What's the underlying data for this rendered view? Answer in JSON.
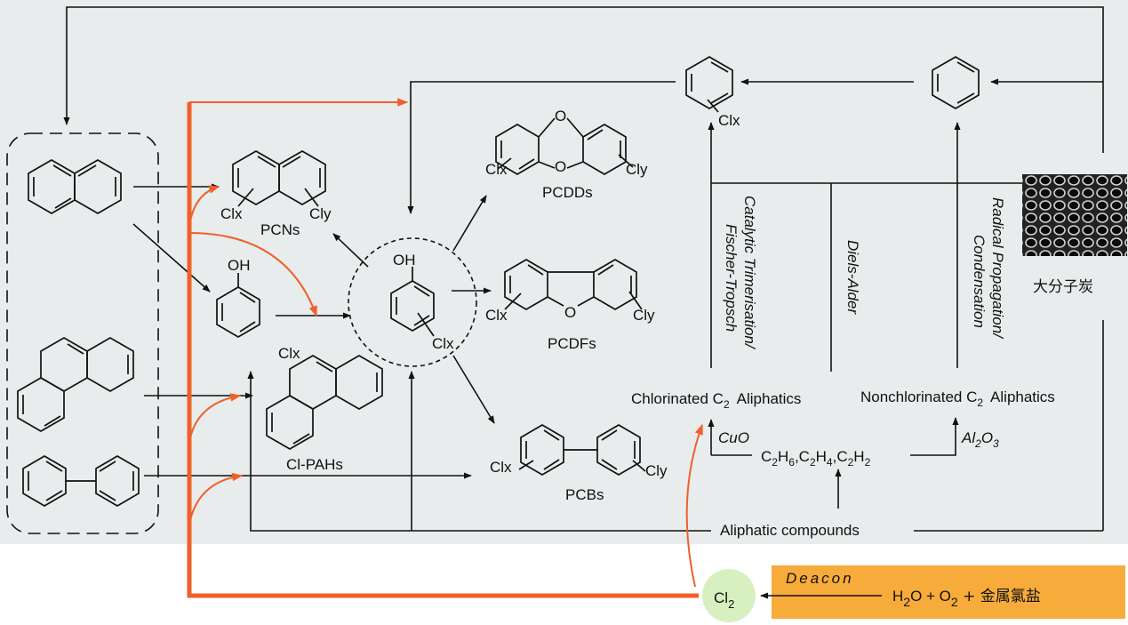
{
  "colors": {
    "panel": "#e8ecec",
    "orange": "#f0602a",
    "deacon_box": "#f7ab3a",
    "cl2_circle": "#d8f0c0",
    "ink": "#111111"
  },
  "labels": {
    "pcns": "PCNs",
    "pcdds": "PCDDs",
    "pcdfs": "PCDFs",
    "pcbs": "PCBs",
    "clpahs": "Cl-PAHs",
    "oh_phenol": "OH",
    "oh_chlorophenol": "OH",
    "o": "O",
    "clx": "Clx",
    "cly": "Cly",
    "catalytic_1": "Catalytic Trimerisation/",
    "catalytic_2": "Fischer-Tropsch",
    "diels_alder": "Diels-Alder",
    "radical_1": "Radical Propagation/",
    "radical_2": "Condensation",
    "chlorinated": "Chlorinated C",
    "chlorinated_sub": "2",
    "chlorinated_tail": "Aliphatics",
    "nonchlorinated": "Nonchlorinated C",
    "nonchlorinated_sub": "2",
    "nonchlorinated_tail": "Aliphatics",
    "cuo": "CuO",
    "al2o3_a": "Al",
    "al2o3_s1": "2",
    "al2o3_b": "O",
    "al2o3_s2": "3",
    "c2_a": "C",
    "c2_s1": "2",
    "c2_b": "H",
    "c2_s2": "6",
    "c2_c": ",C",
    "c2_s3": "2",
    "c2_d": "H",
    "c2_s4": "4",
    "c2_e": ",C",
    "c2_s5": "2",
    "c2_f": "H",
    "c2_s6": "2",
    "aliphatic": "Aliphatic compounds",
    "macro_carbon": "大分子炭",
    "deacon": "Deacon",
    "eq_a": "H",
    "eq_s1": "2",
    "eq_b": "O + O",
    "eq_s2": "2",
    "eq_c": " + 金属氯盐",
    "cl2_a": "Cl",
    "cl2_s": "2"
  }
}
